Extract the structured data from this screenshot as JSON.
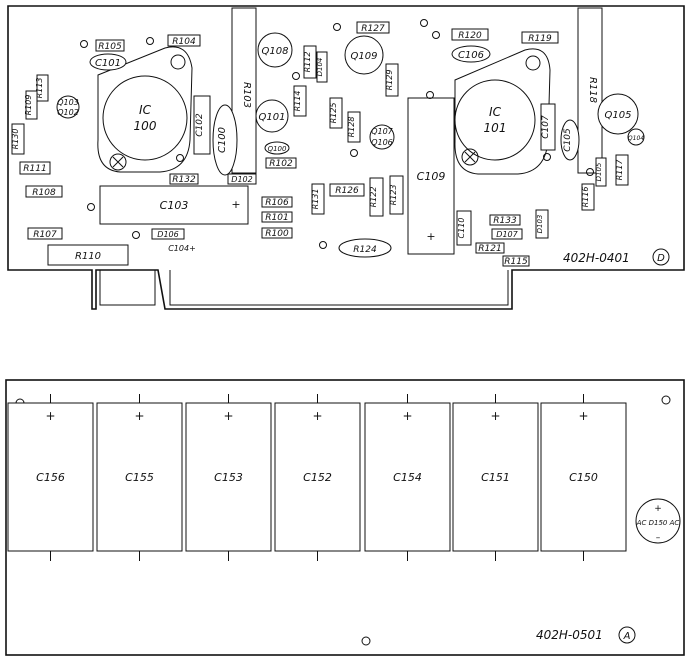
{
  "board1": {
    "part_number": "402H-0401",
    "revision": "D",
    "ics": [
      {
        "top": "IC",
        "bottom": "100"
      },
      {
        "top": "IC",
        "bottom": "101"
      }
    ],
    "labels": {
      "R105": "R105",
      "R104": "R104",
      "C101": "C101",
      "R127": "R127",
      "R120": "R120",
      "R119": "R119",
      "C106": "C106",
      "Q108": "Q108",
      "R112": "R112",
      "Q109": "Q109",
      "R103": "R103",
      "R118": "R118",
      "R113": "R113",
      "R109": "R109",
      "Q103": "Q103",
      "Q102": "Q102",
      "D104": "D104",
      "R129": "R129",
      "R114": "R114",
      "Q101": "Q101",
      "R125": "R125",
      "C102": "C102",
      "C100": "C100",
      "R128": "R128",
      "Q107": "Q107",
      "Q106": "Q106",
      "C107": "C107",
      "C105": "C105",
      "Q105": "Q105",
      "Q104": "Q104",
      "R130": "R130",
      "Q100": "Q100",
      "R102": "R102",
      "R111": "R111",
      "R132": "R132",
      "D102": "D102",
      "R108": "R108",
      "R131": "R131",
      "R126": "R126",
      "R122": "R122",
      "R123": "R123",
      "C109": "C109",
      "D105": "D105",
      "R117": "R117",
      "R116": "R116",
      "C103": "C103",
      "R106": "R106",
      "R101": "R101",
      "R133": "R133",
      "D103": "D103",
      "C110": "C110",
      "R107": "R107",
      "D106": "D106",
      "C104": "C104+",
      "R100": "R100",
      "D107": "D107",
      "R124": "R124",
      "R121": "R121",
      "R110": "R110",
      "R115": "R115"
    }
  },
  "board2": {
    "part_number": "402H-0501",
    "revision": "A",
    "capacitors": [
      "C156",
      "C155",
      "C153",
      "C152",
      "C154",
      "C151",
      "C150"
    ],
    "diode_label": "AC D150 AC"
  }
}
